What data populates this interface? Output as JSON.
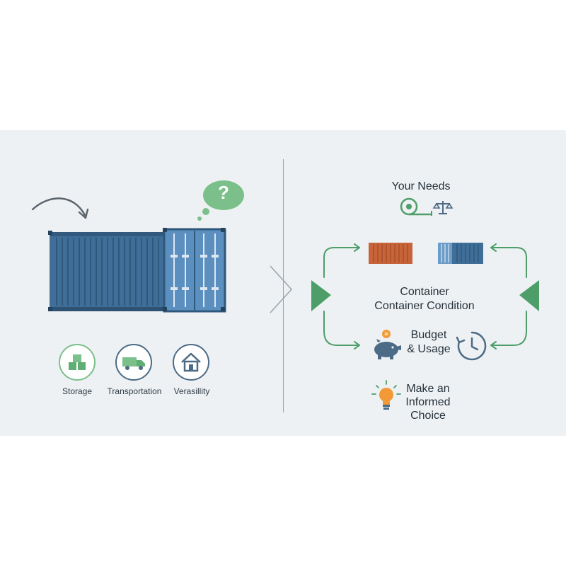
{
  "left": {
    "features": [
      {
        "label": "Storage",
        "icon": "boxes-icon"
      },
      {
        "label": "Transportation",
        "icon": "truck-icon"
      },
      {
        "label": "Verasillity",
        "icon": "house-icon"
      }
    ],
    "question_mark": "?"
  },
  "right": {
    "needs_title": "Your Needs",
    "condition_line1": "Container",
    "condition_line2": "Container Condition",
    "budget_line1": "Budget",
    "budget_line2": "& Usage",
    "choice_line1": "Make an",
    "choice_line2": "Informed",
    "choice_line3": "Choice"
  },
  "colors": {
    "container_blue": "#3f6e98",
    "container_orange": "#c8643a",
    "accent_green": "#4e9e6a",
    "icon_slate": "#4b6b86",
    "bulb_orange": "#f29a38"
  }
}
